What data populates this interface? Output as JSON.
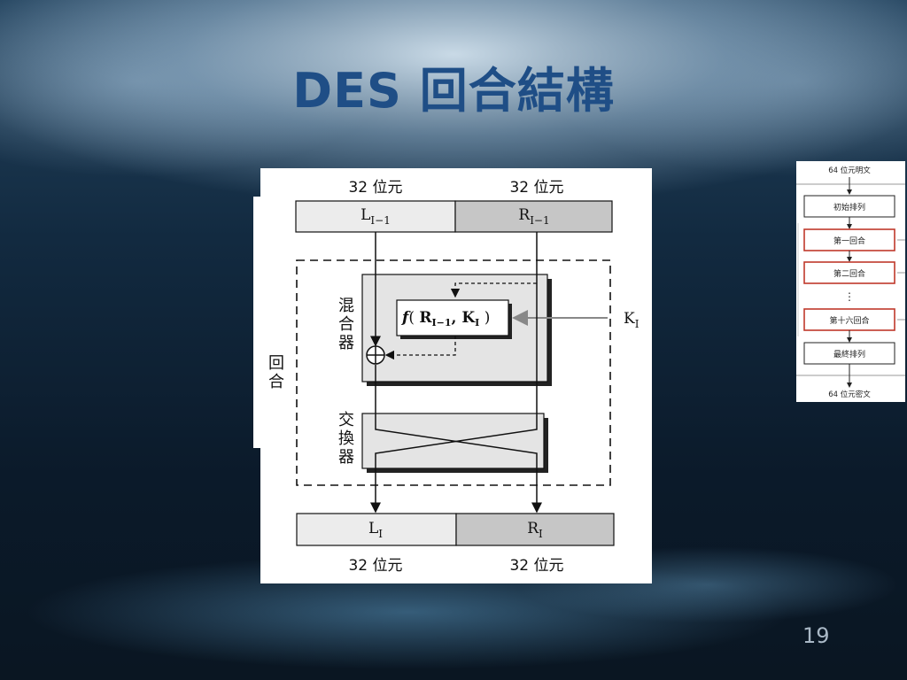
{
  "slide": {
    "title": "DES 回合結構",
    "page_number": "19"
  },
  "diagram": {
    "top_left_bits": "32 位元",
    "top_right_bits": "32 位元",
    "top_left_reg_main": "L",
    "top_left_reg_sub": "I−1",
    "top_right_reg_main": "R",
    "top_right_reg_sub": "I−1",
    "mixer_label": [
      "混",
      "合",
      "器"
    ],
    "round_label": [
      "回",
      "合"
    ],
    "swapper_label": [
      "交",
      "換",
      "器"
    ],
    "func_f": "f",
    "func_open": "( ",
    "func_r_main": "R",
    "func_r_sub": "I−1",
    "func_comma": ", ",
    "func_k_main": "K",
    "func_k_sub": "I",
    "func_close": " )",
    "key_main": "K",
    "key_sub": "I",
    "bottom_left_reg_main": "L",
    "bottom_left_reg_sub": "I",
    "bottom_right_reg_main": "R",
    "bottom_right_reg_sub": "I",
    "bottom_left_bits": "32 位元",
    "bottom_right_bits": "32 位元",
    "xor_symbol": "⊕"
  },
  "side_flow": {
    "input_label": "64 位元明文",
    "steps": [
      "初始排列",
      "第一回合",
      "第二回合",
      "第十六回合",
      "最終排列"
    ],
    "ellipsis": "⋮",
    "output_label": "64 位元密文",
    "highlight_color": "#c0392b"
  }
}
